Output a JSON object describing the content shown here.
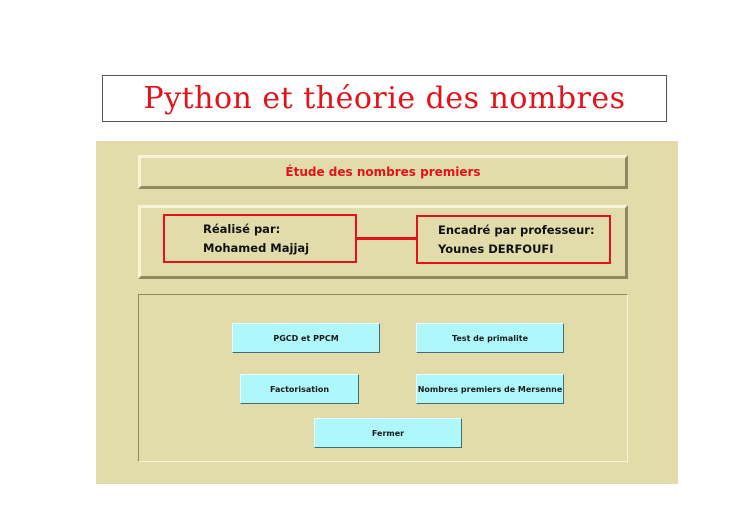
{
  "header": {
    "title": "Python et théorie des nombres"
  },
  "subtitle": "Étude des nombres premiers",
  "authors": {
    "left_label": "Réalisé par:",
    "left_name": "Mohamed Majjaj",
    "right_label": "Encadré par professeur:",
    "right_name": "Younes DERFOUFI"
  },
  "buttons": {
    "pgcd": "PGCD et PPCM",
    "test": "Test de primalite",
    "factorisation": "Factorisation",
    "mersenne": "Nombres premiers de Mersenne",
    "close": "Fermer"
  },
  "colors": {
    "title_red": "#e4121a",
    "panel_bg": "#e2dcaa",
    "button_bg": "#aef7fb"
  }
}
